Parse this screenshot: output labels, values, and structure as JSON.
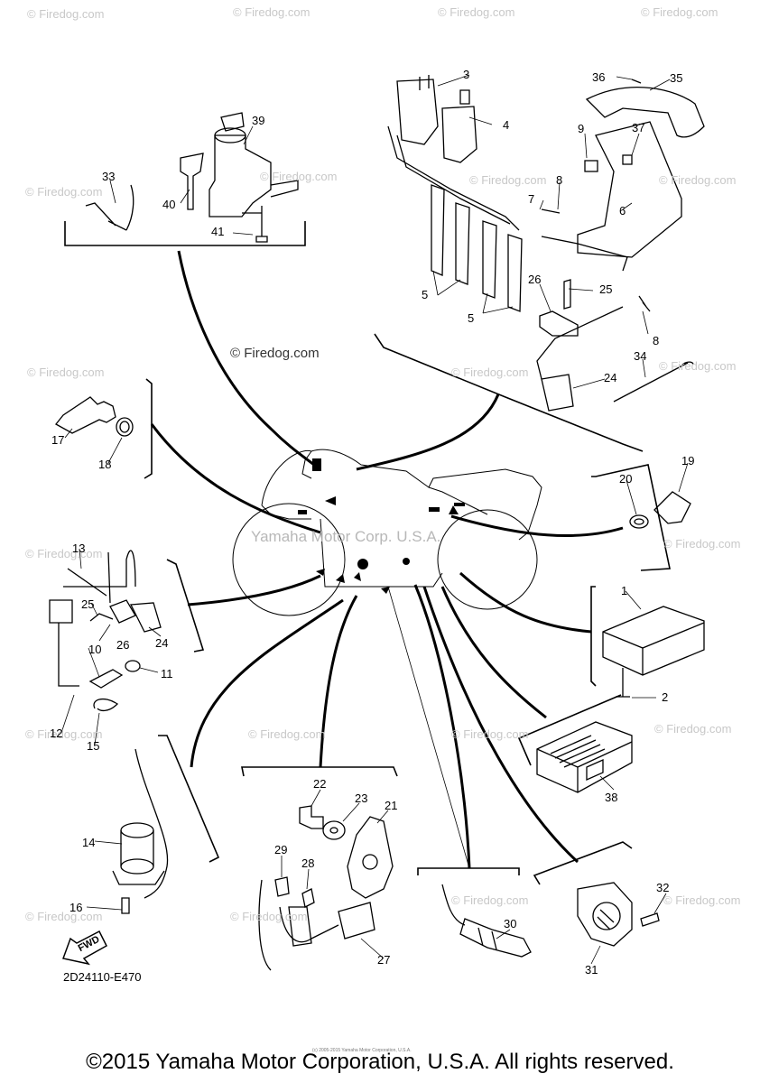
{
  "watermarks": {
    "site": "© Firedog.com",
    "center": "Yamaha Motor Corp. U.S.A."
  },
  "diagram_code": "2D24110-E470",
  "fwd_label": "FWD",
  "copyright": "©2015 Yamaha Motor Corporation, U.S.A. All rights reserved.",
  "small_credit": "(c) 2005-2015 Yamaha Motor Corporation, U.S.A.",
  "callouts": {
    "c1": "1",
    "c2": "2",
    "c3": "3",
    "c4": "4",
    "c5a": "5",
    "c5b": "5",
    "c6": "6",
    "c7": "7",
    "c8a": "8",
    "c8b": "8",
    "c9": "9",
    "c10": "10",
    "c11": "11",
    "c12": "12",
    "c13": "13",
    "c14": "14",
    "c15": "15",
    "c16": "16",
    "c17": "17",
    "c18": "18",
    "c19": "19",
    "c20": "20",
    "c21": "21",
    "c22": "22",
    "c23": "23",
    "c24a": "24",
    "c24b": "24",
    "c25a": "25",
    "c25b": "25",
    "c26a": "26",
    "c26b": "26",
    "c27": "27",
    "c28": "28",
    "c29": "29",
    "c30": "30",
    "c31": "31",
    "c32": "32",
    "c33": "33",
    "c34": "34",
    "c35": "35",
    "c36": "36",
    "c37": "37",
    "c38": "38",
    "c39": "39",
    "c40": "40",
    "c41": "41"
  }
}
